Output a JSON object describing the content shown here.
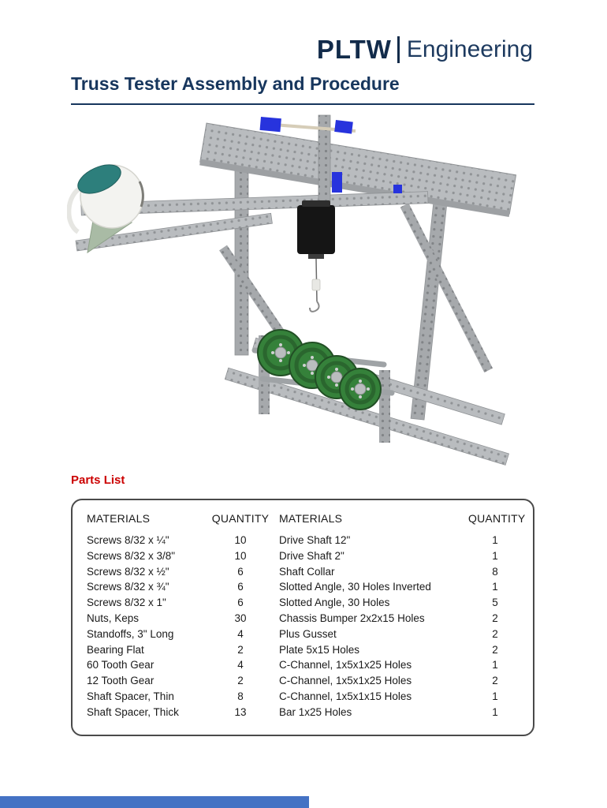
{
  "colors": {
    "title_navy": "#17365D",
    "logo_navy": "#122B4A",
    "parts_list_red": "#CC0000",
    "footer_blue": "#4472C4"
  },
  "logo": {
    "brand": "PLTW",
    "suffix": "Engineering"
  },
  "title": "Truss Tester Assembly and Procedure",
  "parts_list_label": "Parts List",
  "parts_table": {
    "headers": [
      "MATERIALS",
      "QUANTITY",
      "MATERIALS",
      "QUANTITY"
    ],
    "rows": [
      {
        "m1": "Screws 8/32 x ¼\"",
        "q1": "10",
        "m2": "Drive Shaft 12\"",
        "q2": "1"
      },
      {
        "m1": "Screws 8/32 x 3/8\"",
        "q1": "10",
        "m2": "Drive Shaft 2\"",
        "q2": "1"
      },
      {
        "m1": "Screws 8/32 x ½\"",
        "q1": "6",
        "m2": "Shaft Collar",
        "q2": "8"
      },
      {
        "m1": "Screws 8/32 x ¾\"",
        "q1": "6",
        "m2": "Slotted Angle, 30 Holes Inverted",
        "q2": "1"
      },
      {
        "m1": "Screws 8/32 x 1\"",
        "q1": "6",
        "m2": "Slotted Angle, 30 Holes",
        "q2": "5"
      },
      {
        "m1": "Nuts, Keps",
        "q1": "30",
        "m2": "Chassis Bumper 2x2x15 Holes",
        "q2": "2"
      },
      {
        "m1": "Standoffs, 3\" Long",
        "q1": "4",
        "m2": "Plus Gusset",
        "q2": "2"
      },
      {
        "m1": "Bearing Flat",
        "q1": "2",
        "m2": "Plate 5x15 Holes",
        "q2": "2"
      },
      {
        "m1": "60 Tooth Gear",
        "q1": "4",
        "m2": "C-Channel, 1x5x1x25 Holes",
        "q2": "1"
      },
      {
        "m1": "12 Tooth Gear",
        "q1": "2",
        "m2": "C-Channel, 1x5x1x25 Holes",
        "q2": "2"
      },
      {
        "m1": "Shaft Spacer, Thin",
        "q1": "8",
        "m2": "C-Channel, 1x5x1x15 Holes",
        "q2": "1"
      },
      {
        "m1": "Shaft Spacer, Thick",
        "q1": "13",
        "m2": "Bar 1x25 Holes",
        "q2": "1"
      }
    ]
  }
}
